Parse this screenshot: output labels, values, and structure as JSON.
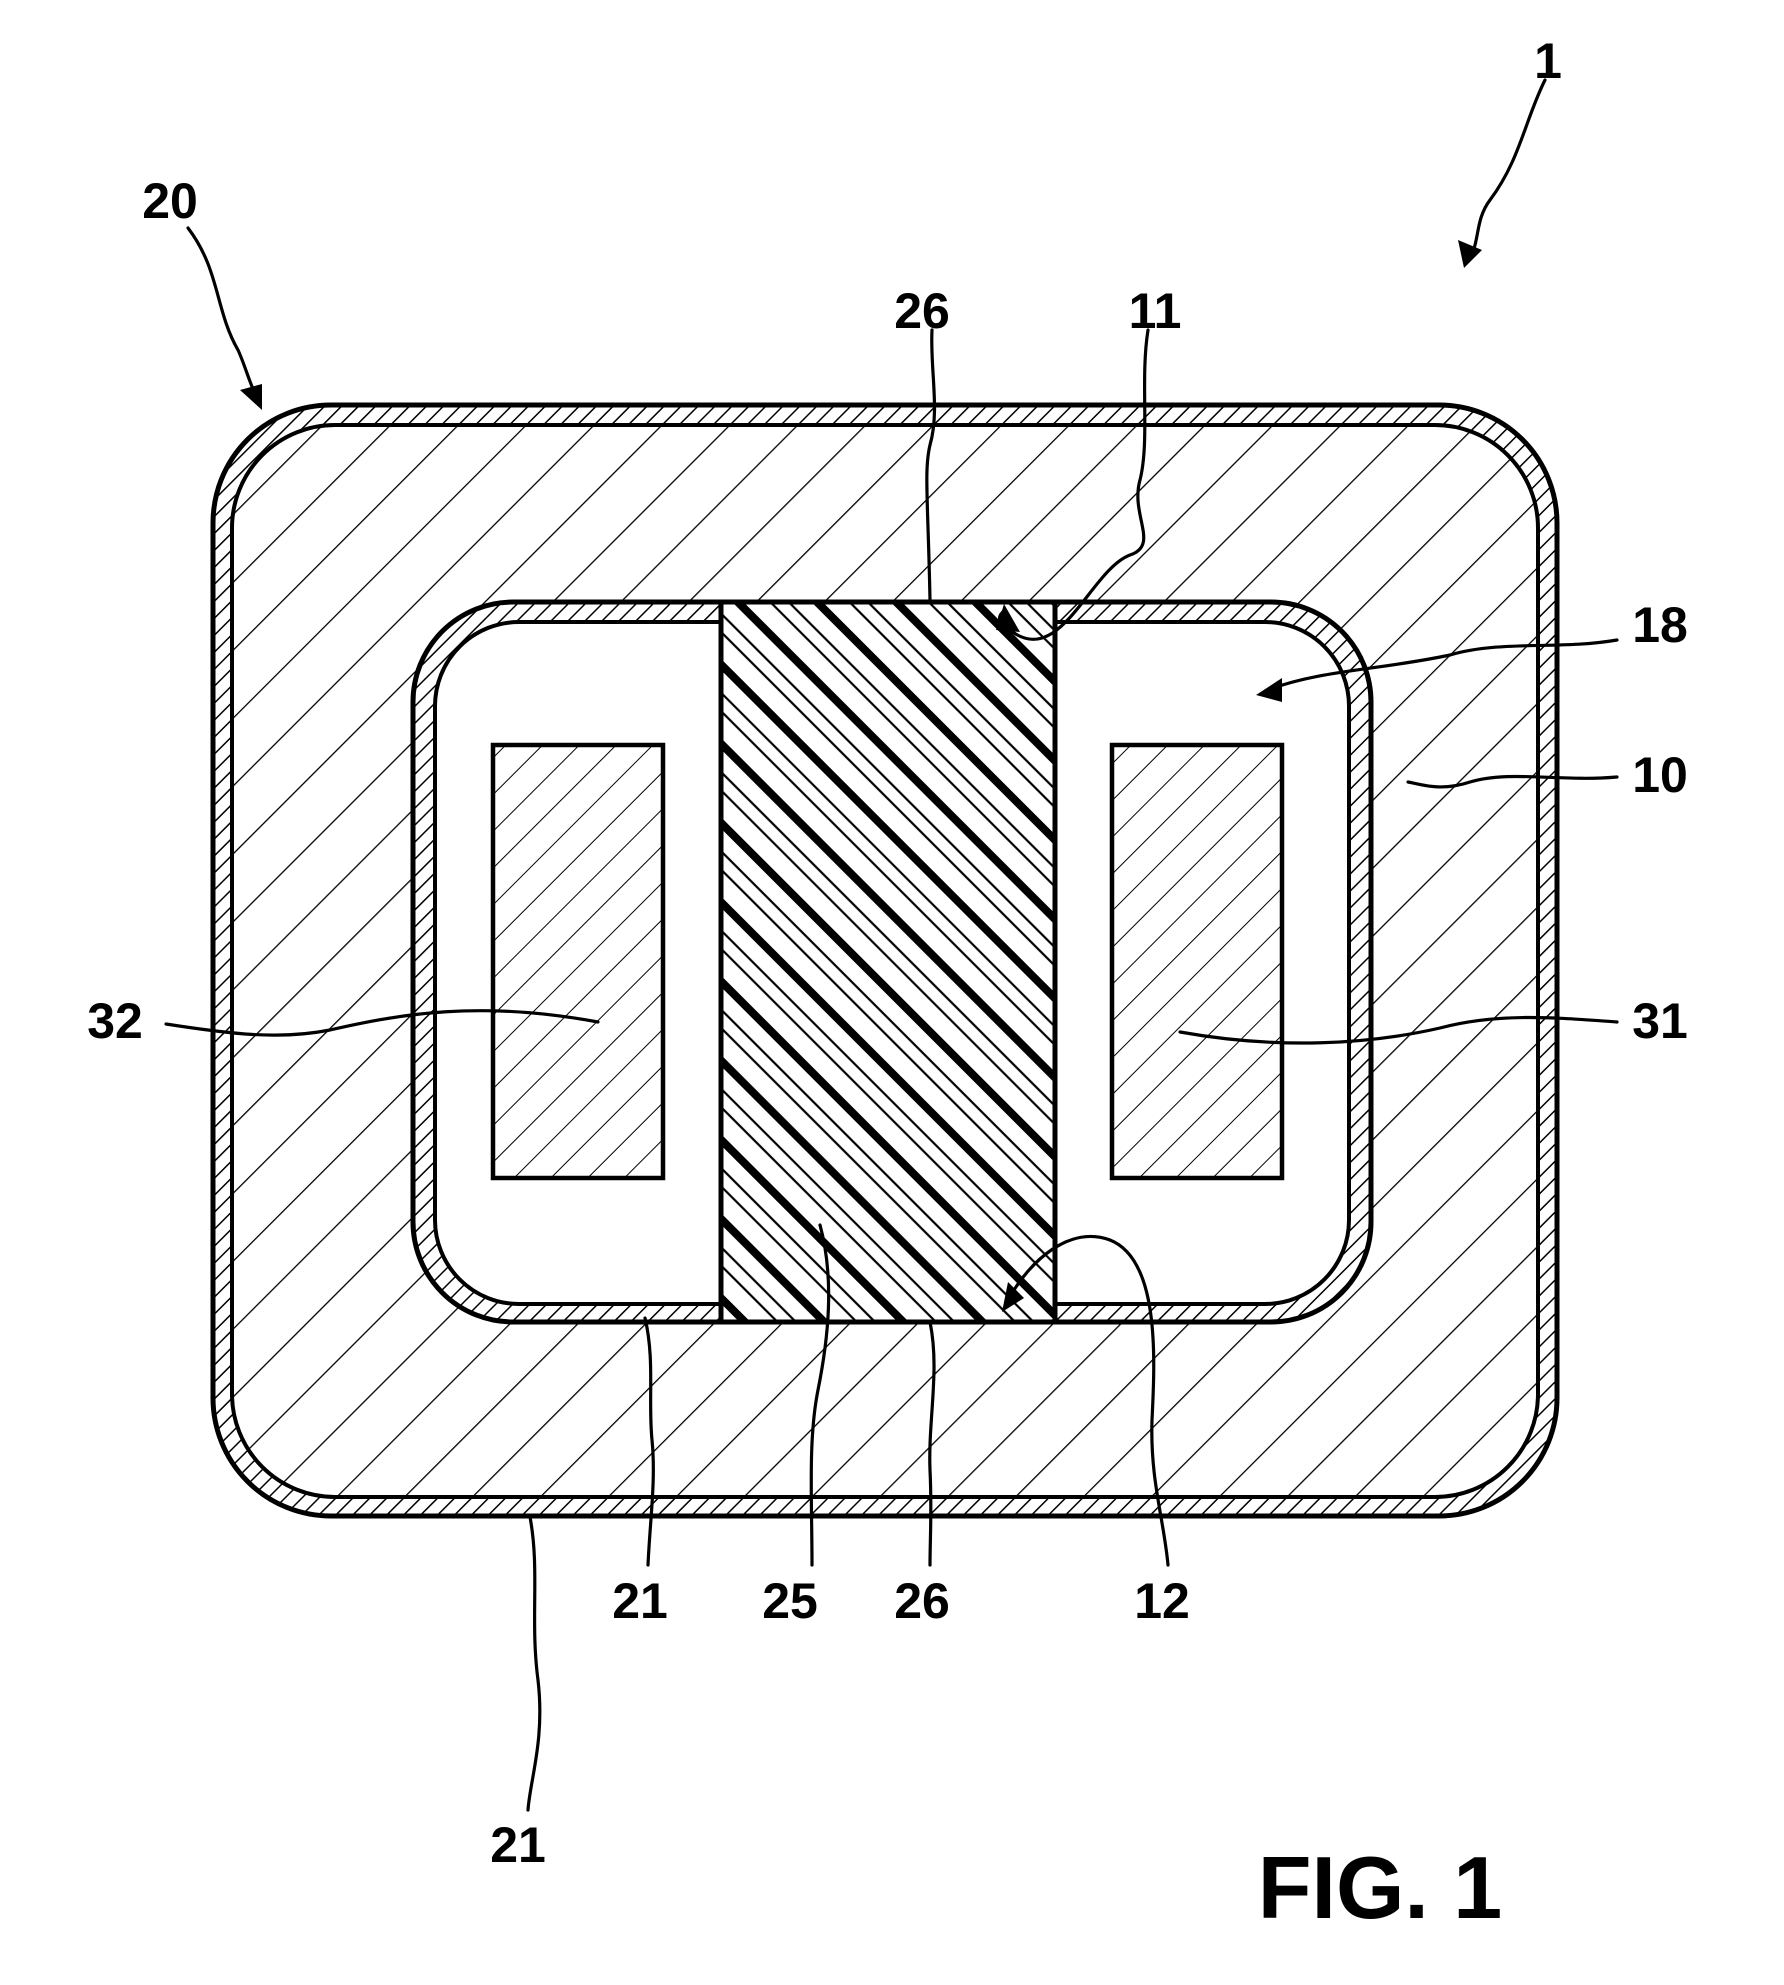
{
  "figure": {
    "caption": "FIG. 1",
    "labels": {
      "ref_1": "1",
      "ref_20": "20",
      "ref_26_top": "26",
      "ref_11": "11",
      "ref_18": "18",
      "ref_10": "10",
      "ref_32": "32",
      "ref_31": "31",
      "ref_21_lower": "21",
      "ref_25": "25",
      "ref_26_bottom": "26",
      "ref_12": "12",
      "ref_21_outer": "21"
    }
  }
}
